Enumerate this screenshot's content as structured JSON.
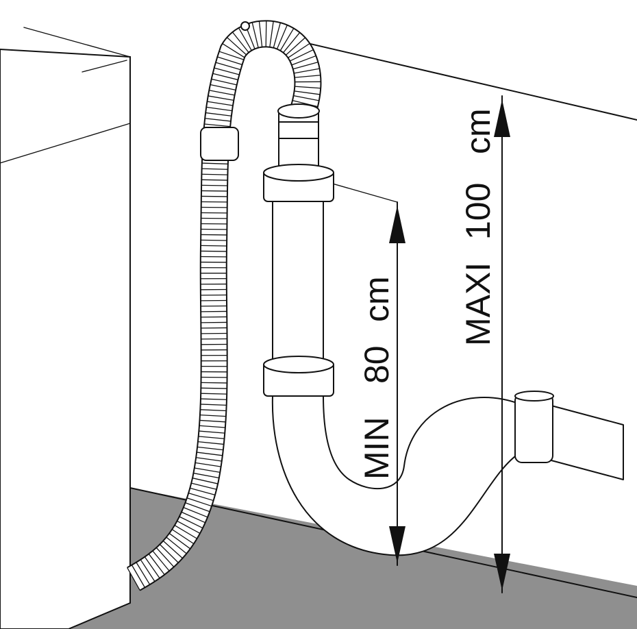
{
  "diagram": {
    "min_label": "MIN",
    "min_value": "80",
    "min_unit": "cm",
    "max_label": "MAXI",
    "max_value": "100",
    "max_unit": "cm"
  },
  "colors": {
    "floor": "#8f8f8f",
    "line": "#111111",
    "background": "#ffffff"
  }
}
